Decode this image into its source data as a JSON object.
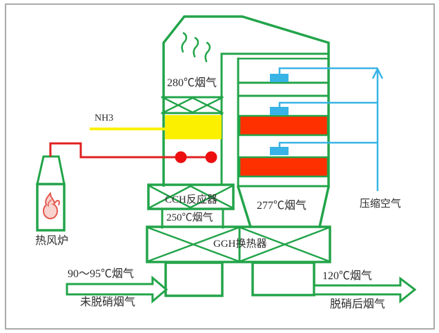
{
  "diagram": {
    "labels": {
      "nh3": "NH3",
      "flue_280": "280℃烟气",
      "reactor_box": "CCH反应器",
      "flue_250": "250℃烟气",
      "flue_277": "277℃烟气",
      "compressed_air": "压缩空气",
      "ggh": "GGH换热器",
      "furnace": "热风炉",
      "inlet_temp": "90～95℃烟气",
      "inlet_name": "未脱硝烟气",
      "outlet_temp": "120℃烟气",
      "outlet_name": "脱硝后烟气"
    },
    "colors": {
      "structure_green": "#22A449",
      "catalyst_red": "#FF3000",
      "hot_air_red": "#E02020",
      "valve_dot_red": "#ED0F0F",
      "ammonia_yellow": "#FCF001",
      "compressed_air_blue": "#38B3E6",
      "text": "#2B2B2B",
      "frame_gray": "#A9A9A9"
    }
  }
}
